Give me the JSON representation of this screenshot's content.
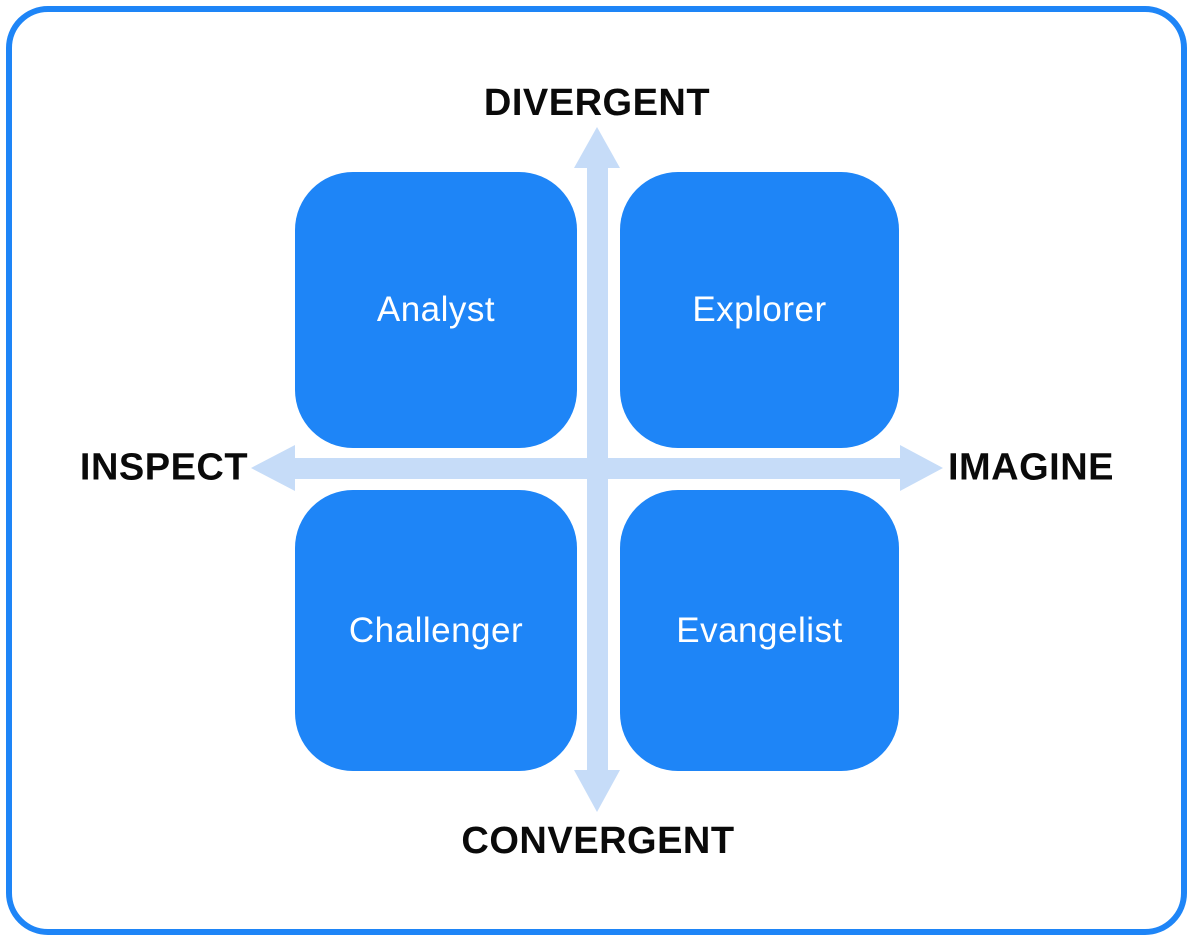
{
  "diagram": {
    "title": "creative-styles-quadrant",
    "axes": {
      "top_label": "DIVERGENT",
      "bottom_label": "CONVERGENT",
      "left_label": "INSPECT",
      "right_label": "IMAGINE"
    },
    "quadrants": [
      {
        "position": "top-left",
        "label": "Analyst"
      },
      {
        "position": "top-right",
        "label": "Explorer"
      },
      {
        "position": "bottom-left",
        "label": "Challenger"
      },
      {
        "position": "bottom-right",
        "label": "Evangelist"
      }
    ],
    "colors": {
      "quadrant_fill": "#1E85F7",
      "quadrant_text": "#FFFFFF",
      "axis_arrow": "#C6DCF8",
      "axis_label_text": "#0A0A0A",
      "frame_border": "#1E85F7",
      "background": "#FFFFFF"
    }
  }
}
